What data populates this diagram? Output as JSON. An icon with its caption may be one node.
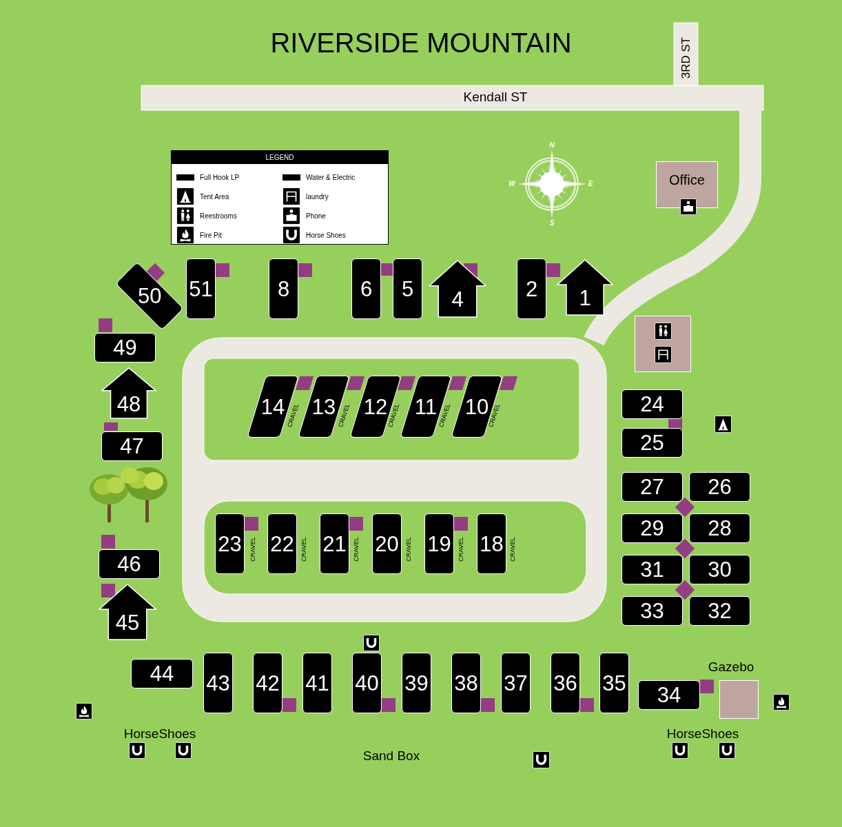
{
  "diagram": {
    "title": "RIVERSIDE MOUNTAIN",
    "nodes": [
      {
        "text": [
          "Office"
        ]
      },
      {
        "text": [],
        "shape": "box"
      },
      {
        "text": [
          "51"
        ]
      },
      {
        "text": [
          "8"
        ]
      },
      {
        "text": [
          "6"
        ]
      },
      {
        "text": [
          "5"
        ]
      },
      {
        "text": [
          "4"
        ]
      },
      {
        "text": [
          "2"
        ]
      },
      {
        "text": [
          "1"
        ]
      },
      {
        "text": [
          "50"
        ]
      },
      {
        "text": [
          "49"
        ]
      },
      {
        "text": [
          "14"
        ]
      },
      {
        "text": [
          "13"
        ]
      },
      {
        "text": [
          "12"
        ]
      },
      {
        "text": [
          "11"
        ]
      },
      {
        "text": [
          "10"
        ]
      },
      {
        "text": [
          "24"
        ]
      },
      {
        "text": [
          "25"
        ]
      },
      {
        "text": [
          "48"
        ]
      },
      {
        "text": [
          "47"
        ]
      },
      {
        "text": [
          "27"
        ]
      },
      {
        "text": [
          "26"
        ]
      },
      {
        "text": [
          "29"
        ]
      },
      {
        "text": [
          "28"
        ]
      },
      {
        "text": [
          "31"
        ]
      },
      {
        "text": [
          "30"
        ]
      },
      {
        "text": [
          "33"
        ]
      },
      {
        "text": [
          "32"
        ]
      },
      {
        "text": [
          "23"
        ]
      },
      {
        "text": [
          "22"
        ]
      },
      {
        "text": [
          "21"
        ]
      },
      {
        "text": [
          "20"
        ]
      },
      {
        "text": [
          "19"
        ]
      },
      {
        "text": [
          "18"
        ]
      },
      {
        "text": [
          "46"
        ]
      },
      {
        "text": [
          "45"
        ]
      },
      {
        "text": [
          "44"
        ]
      },
      {
        "text": [
          "43"
        ]
      },
      {
        "text": [
          "42"
        ]
      },
      {
        "text": [
          "41"
        ]
      },
      {
        "text": [
          "40"
        ]
      },
      {
        "text": [
          "39"
        ]
      },
      {
        "text": [
          "38"
        ]
      },
      {
        "text": [
          "37"
        ]
      },
      {
        "text": [
          "36"
        ]
      },
      {
        "text": [
          "35"
        ]
      },
      {
        "text": [
          "34"
        ]
      },
      {
        "text": [
          "Gazebo"
        ]
      }
    ],
    "edges": [],
    "labels": [
      "LEGEND",
      "Kendall ST",
      "3RD ST",
      "N",
      "W",
      "E",
      "S",
      "CRAVEL",
      "CRAVEL",
      "CRAVEL",
      "CRAVEL",
      "CRAVEL",
      "CRAVEL",
      "CRAVEL",
      "CRAVEL",
      "CRAVEL",
      "CRAVEL",
      "CRAVEL",
      "HorseShoes",
      "Sand Box",
      "HorseShoes"
    ],
    "legend": [
      {
        "text": "Full Hook LP",
        "color": "#000000"
      },
      {
        "text": "Water & Electric",
        "color": "#000000"
      },
      {
        "text": "Tent Area"
      },
      {
        "text": "laundry"
      },
      {
        "text": "Reestrooms"
      },
      {
        "text": "Phone"
      },
      {
        "text": "Fire Pit"
      },
      {
        "text": "Horse Shoes"
      }
    ]
  }
}
